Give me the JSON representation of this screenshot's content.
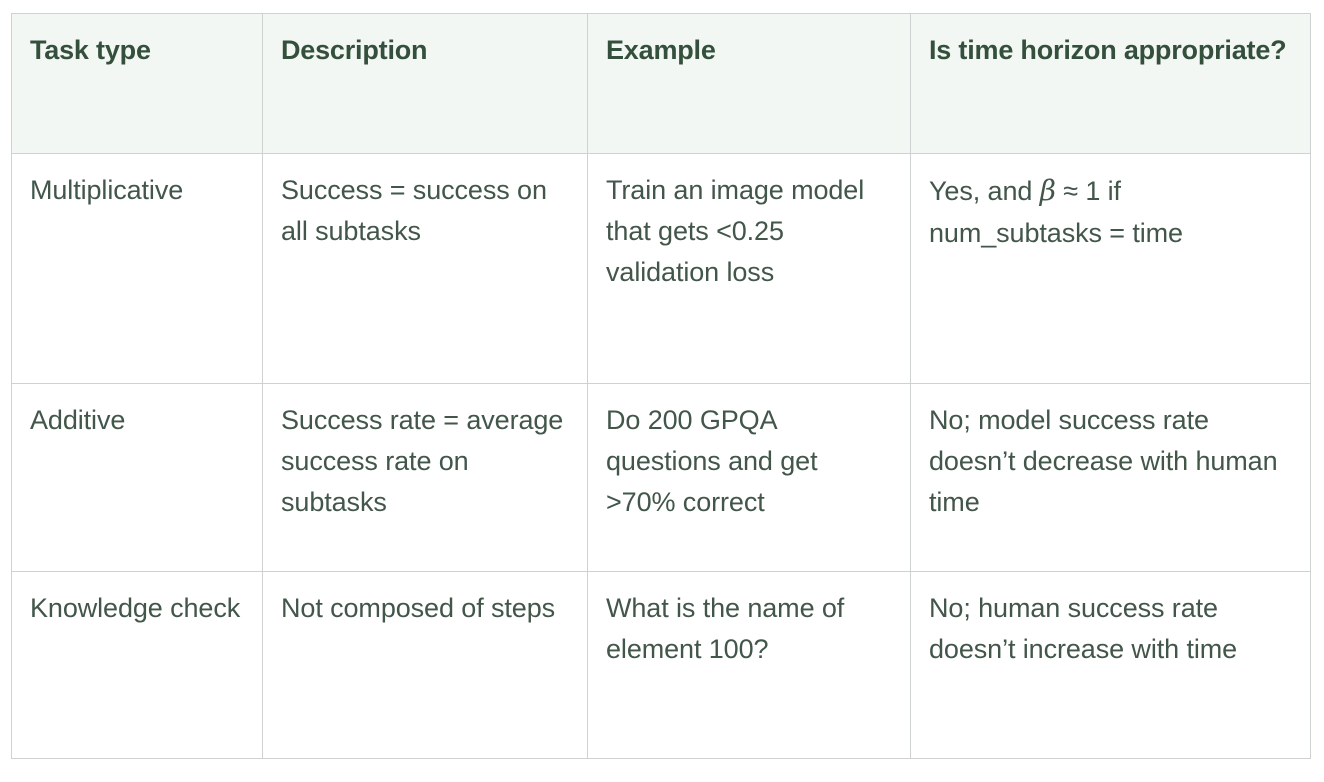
{
  "table": {
    "columns": [
      {
        "key": "task_type",
        "label": "Task type"
      },
      {
        "key": "description",
        "label": "Description"
      },
      {
        "key": "example",
        "label": "Example"
      },
      {
        "key": "horizon",
        "label": "Is time horizon appropriate?"
      }
    ],
    "rows": [
      {
        "task_type": "Multiplicative",
        "description": "Success = success on all subtasks",
        "example": "Train an image model that gets <0.25 validation loss",
        "horizon_prefix": "Yes, and ",
        "horizon_symbol": "β",
        "horizon_suffix": " ≈ 1 if num_subtasks = time",
        "horizon": "Yes, and β ≈ 1 if num_subtasks = time"
      },
      {
        "task_type": "Additive",
        "description": "Success rate = average success rate on subtasks",
        "example": "Do 200 GPQA questions and get >70% correct",
        "horizon": "No; model success rate doesn’t decrease with human time"
      },
      {
        "task_type": "Knowledge check",
        "description": "Not composed of steps",
        "example": "What is the name of element 100?",
        "horizon": "No; human success rate doesn’t increase with time"
      }
    ]
  },
  "style": {
    "header_background": "#f2f7f3",
    "header_text_color": "#34503c",
    "body_text_color": "#42564a",
    "border_color": "#cfd2d2",
    "page_background": "#ffffff"
  }
}
